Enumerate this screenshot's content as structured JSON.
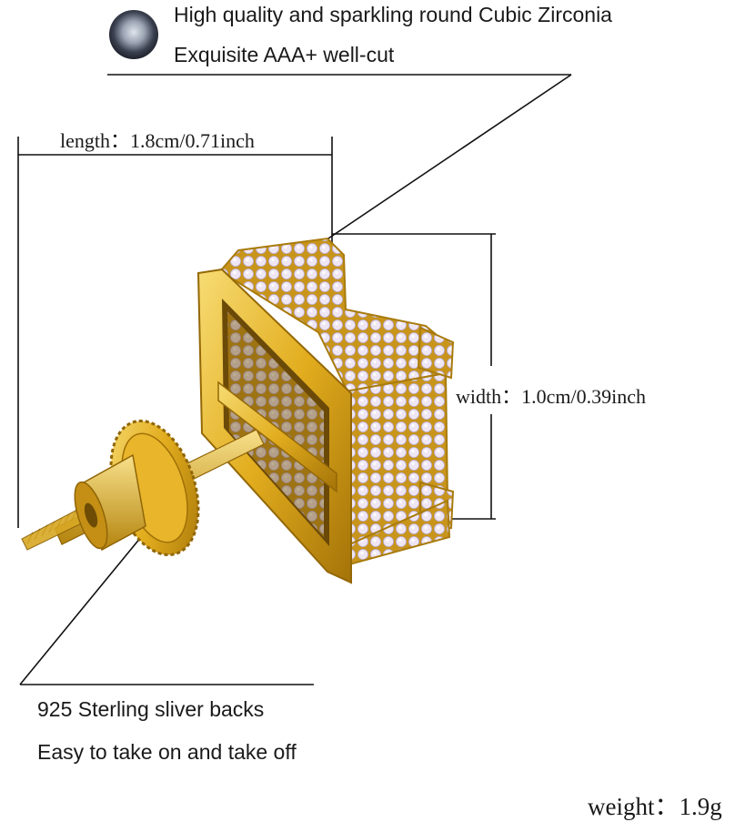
{
  "header": {
    "line1": "High quality and sparkling round Cubic Zirconia",
    "line2": "Exquisite AAA+  well-cut"
  },
  "dimensions": {
    "length": "length：1.8cm/0.71inch",
    "width": "width：1.0cm/0.39inch"
  },
  "backs": {
    "line1": "925  Sterling sliver backs",
    "line2": "Easy to take on and take off"
  },
  "weight": "weight：1.9g",
  "colors": {
    "gold": "#e8b92a",
    "gold_dark": "#a9780a",
    "gem": "#e6dcef",
    "line": "#111111"
  }
}
